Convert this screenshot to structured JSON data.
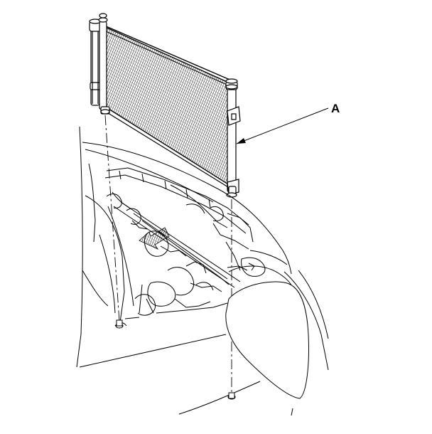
{
  "diagram": {
    "callouts": [
      {
        "id": "A",
        "label": "A"
      }
    ],
    "colors": {
      "line": "#000000",
      "background": "#ffffff"
    },
    "parts": [
      "condenser-core",
      "left-receiver-tank",
      "right-end-tank",
      "mounting-brackets",
      "radiator-support",
      "engine-compartment",
      "front-fender",
      "headlight-housing",
      "install-direction-arrow"
    ]
  }
}
